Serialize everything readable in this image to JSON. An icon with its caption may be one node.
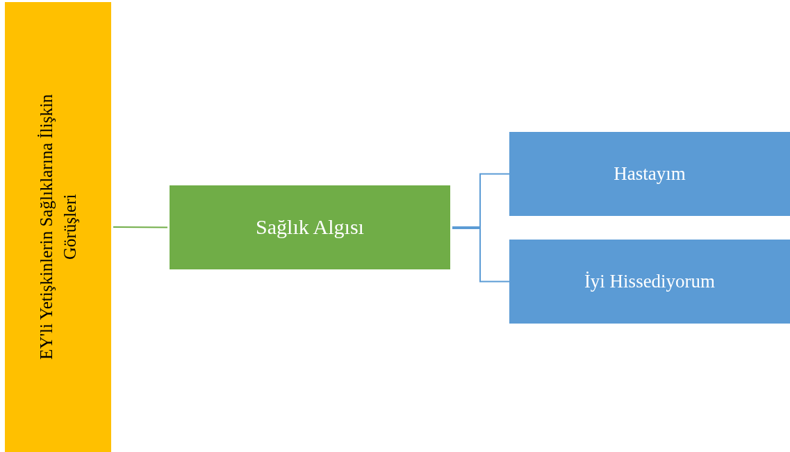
{
  "diagram": {
    "nodes": [
      {
        "text": [
          "EY'li Yetişkinlerin Sağlıklarına İlişkin Görüşleri"
        ]
      },
      {
        "text": [
          "Sağlık Algısı"
        ]
      },
      {
        "text": [
          "Hastayım"
        ]
      },
      {
        "text": [
          "İyi Hissediyorum"
        ]
      }
    ],
    "edges": [
      {
        "from": 0,
        "to": 1,
        "arrow": "none",
        "color": "#70ad47"
      },
      {
        "from": 1,
        "to": 2,
        "arrow": "none"
      },
      {
        "from": 1,
        "to": 3,
        "arrow": "none"
      }
    ]
  }
}
